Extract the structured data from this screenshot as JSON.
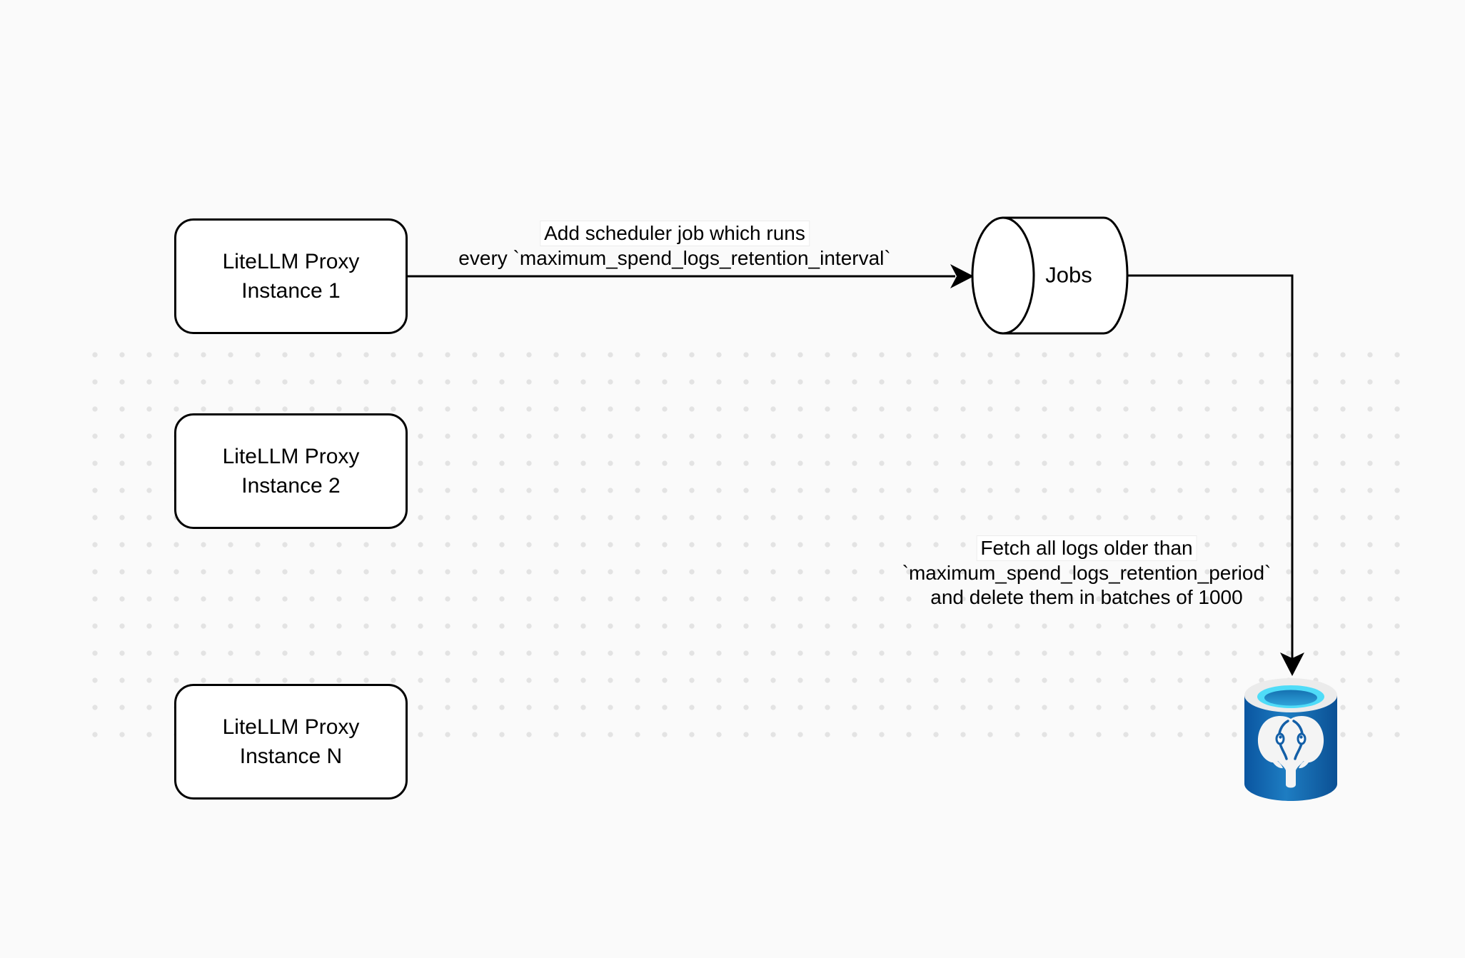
{
  "nodes": {
    "proxy1": {
      "line1": "LiteLLM Proxy",
      "line2": "Instance 1"
    },
    "proxy2": {
      "line1": "LiteLLM Proxy",
      "line2": "Instance 2"
    },
    "proxyN": {
      "line1": "LiteLLM Proxy",
      "line2": "Instance N"
    },
    "jobs": {
      "label": "Jobs"
    },
    "postgres": {
      "icon": "postgresql-database-icon"
    }
  },
  "edges": {
    "scheduler_job": {
      "line1": "Add scheduler job which runs",
      "line2": "every `maximum_spend_logs_retention_interval`"
    },
    "delete_logs": {
      "line1": "Fetch all logs older than",
      "line2": "`maximum_spend_logs_retention_period`",
      "line3": "and delete them in batches of 1000"
    }
  },
  "colors": {
    "background": "#fafafa",
    "dot": "#e3e3e3",
    "stroke": "#000000",
    "node_fill": "#ffffff",
    "postgres_body_blue": "#1e7dc2",
    "postgres_dark_blue": "#0d57a0",
    "postgres_cyan": "#4fdcf8",
    "postgres_rim": "#ebebeb",
    "elephant_white": "#f4f4f4"
  }
}
